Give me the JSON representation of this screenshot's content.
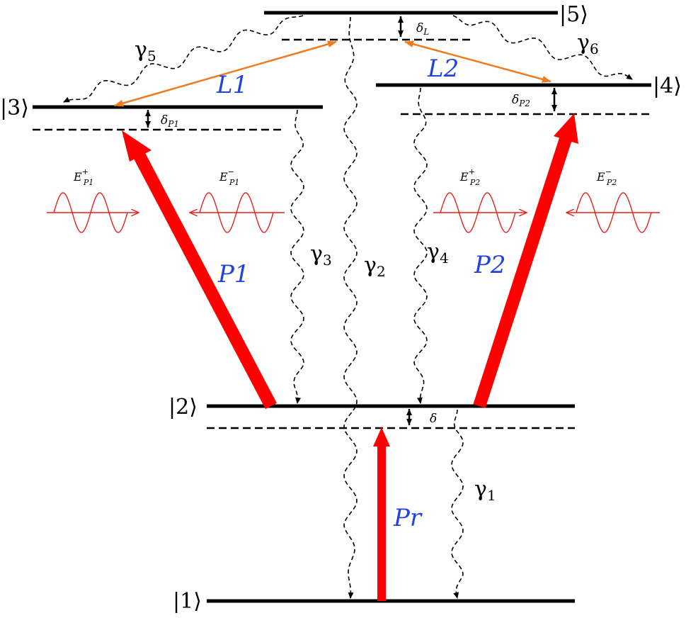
{
  "levels": {
    "ket1": "|1⟩",
    "ket2": "|2⟩",
    "ket3": "|3⟩",
    "ket4": "|4⟩",
    "ket5": "|5⟩"
  },
  "beams": {
    "probe": "Pr",
    "pump1": "P1",
    "pump2": "P2",
    "coupling1": "L1",
    "coupling2": "L2"
  },
  "decay_rates": {
    "g1": {
      "base": "γ",
      "sub": "1"
    },
    "g2": {
      "base": "γ",
      "sub": "2"
    },
    "g3": {
      "base": "γ",
      "sub": "3"
    },
    "g4": {
      "base": "γ",
      "sub": "4"
    },
    "g5": {
      "base": "γ",
      "sub": "5"
    },
    "g6": {
      "base": "γ",
      "sub": "6"
    }
  },
  "detunings": {
    "probe": {
      "base": "δ",
      "sub": ""
    },
    "pump1": {
      "base": "δ",
      "sub": "P1"
    },
    "pump2": {
      "base": "δ",
      "sub": "P2"
    },
    "coupling": {
      "base": "δ",
      "sub": "L"
    }
  },
  "fields": {
    "ep1_plus": {
      "base": "E",
      "sup": "+",
      "sub": "P1"
    },
    "ep1_minus": {
      "base": "E",
      "sup": "−",
      "sub": "P1"
    },
    "ep2_plus": {
      "base": "E",
      "sup": "+",
      "sub": "P2"
    },
    "ep2_minus": {
      "base": "E",
      "sup": "−",
      "sub": "P2"
    }
  },
  "colors": {
    "level": "#000000",
    "pump_arrow": "#ff0000",
    "coupling_arrow": "#f07a1e",
    "beam_label": "#2343e0",
    "field_wave": "#e8201a"
  }
}
